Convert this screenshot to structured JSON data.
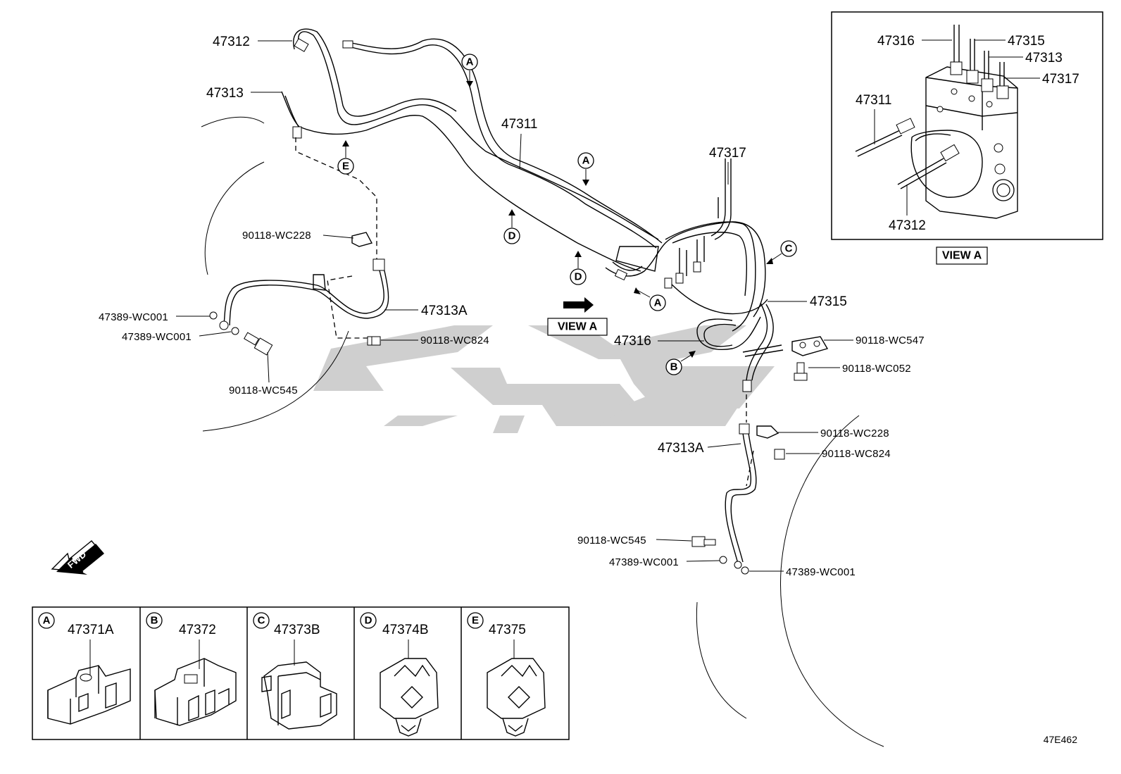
{
  "parts": {
    "p47312_main": "47312",
    "p47313_main": "47313",
    "p47311_main": "47311",
    "p47317_main": "47317",
    "p47315_main": "47315",
    "p47316_main": "47316",
    "p47313A_left": "47313A",
    "p47313A_right": "47313A",
    "p90118_WC228_left": "90118-WC228",
    "p90118_WC228_right": "90118-WC228",
    "p90118_WC824_left": "90118-WC824",
    "p90118_WC824_right": "90118-WC824",
    "p90118_WC545_left": "90118-WC545",
    "p90118_WC545_right": "90118-WC545",
    "p47389_WC001_left1": "47389-WC001",
    "p47389_WC001_left2": "47389-WC001",
    "p47389_WC001_right1": "47389-WC001",
    "p47389_WC001_right2": "47389-WC001",
    "p90118_WC547": "90118-WC547",
    "p90118_WC052": "90118-WC052"
  },
  "view_a": {
    "title": "VIEW A",
    "ref_label": "VIEW A",
    "p47316": "47316",
    "p47315": "47315",
    "p47313": "47313",
    "p47317": "47317",
    "p47311": "47311",
    "p47312": "47312"
  },
  "callout_letters": {
    "a1": "A",
    "a2": "A",
    "a3": "A",
    "b1": "B",
    "c1": "C",
    "d1": "D",
    "d2": "D",
    "e1": "E"
  },
  "clamps": [
    {
      "letter": "A",
      "part": "47371A"
    },
    {
      "letter": "B",
      "part": "47372"
    },
    {
      "letter": "C",
      "part": "47373B"
    },
    {
      "letter": "D",
      "part": "47374B"
    },
    {
      "letter": "E",
      "part": "47375"
    }
  ],
  "fwd_label": "FWD",
  "diagram_id": "47E462",
  "colors": {
    "line": "#000000",
    "watermark": "#cfcfcf"
  }
}
